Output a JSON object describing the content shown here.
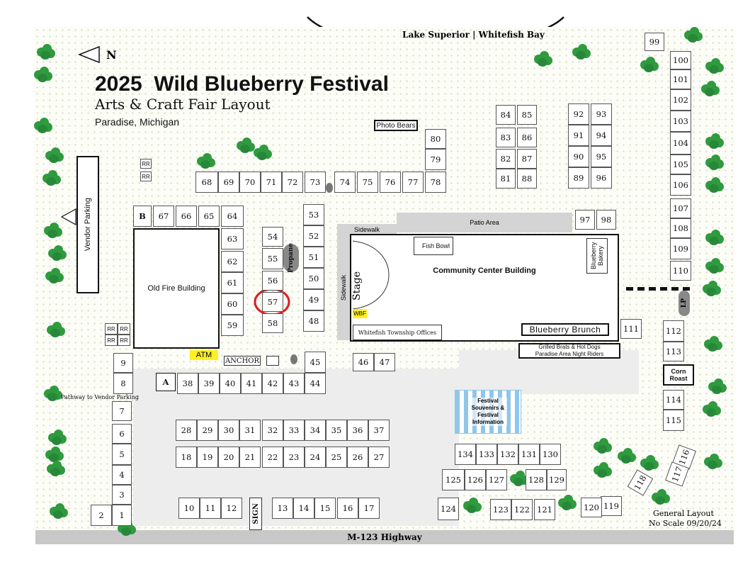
{
  "header": {
    "lake_label": "Lake Superior | Whitefish Bay",
    "north_label": "N",
    "title": "2025  Wild Blueberry Festival",
    "subtitle": "Arts & Craft Fair Layout",
    "location": "Paradise, Michigan"
  },
  "highway_label": "M-123 Highway",
  "footer": {
    "line1": "General Layout",
    "line2": "No Scale 09/20/24"
  },
  "buildings": {
    "old_fire": "Old Fire Building",
    "community_center": "Community Center Building",
    "stage": "Stage",
    "sidewalk_top": "Sidewalk",
    "sidewalk_side": "Sidewalk",
    "patio": "Patio Area",
    "fish_bowl": "Fish Bowl",
    "blueberry_bakery": "Blueberry Bakery",
    "blueberry_brunch": "Blueberry Brunch",
    "township_offices": "Whitefish Township Offices",
    "wbf": "WBF",
    "vendor_parking": "Vendor Parking",
    "photo_bears": "Photo Bears",
    "grilled": "Grilled Brats & Hot Dogs",
    "night_riders": "Paradise Area Night Riders",
    "corn_roast": "Corn Roast",
    "propane": "Propane",
    "lp": "LP",
    "atm": "ATM",
    "anchor": "ANCHOR",
    "sign": "SIGN",
    "pathway": "Pathway to Vendor Parking",
    "souvenirs": "Festival Souvenirs & Festival Information",
    "rr": "RR",
    "booth_a": "A",
    "booth_b": "B"
  },
  "booths": {
    "b1": "1",
    "b2": "2",
    "b3": "3",
    "b4": "4",
    "b5": "5",
    "b6": "6",
    "b7": "7",
    "b8": "8",
    "b9": "9",
    "b10": "10",
    "b11": "11",
    "b12": "12",
    "b13": "13",
    "b14": "14",
    "b15": "15",
    "b16": "16",
    "b17": "17",
    "b18": "18",
    "b19": "19",
    "b20": "20",
    "b21": "21",
    "b22": "22",
    "b23": "23",
    "b24": "24",
    "b25": "25",
    "b26": "26",
    "b27": "27",
    "b28": "28",
    "b29": "29",
    "b30": "30",
    "b31": "31",
    "b32": "32",
    "b33": "33",
    "b34": "34",
    "b35": "35",
    "b36": "36",
    "b37": "37",
    "b38": "38",
    "b39": "39",
    "b40": "40",
    "b41": "41",
    "b42": "42",
    "b43": "43",
    "b44": "44",
    "b45": "45",
    "b46": "46",
    "b47": "47",
    "b48": "48",
    "b49": "49",
    "b50": "50",
    "b51": "51",
    "b52": "52",
    "b53": "53",
    "b54": "54",
    "b55": "55",
    "b56": "56",
    "b57": "57",
    "b58": "58",
    "b59": "59",
    "b60": "60",
    "b61": "61",
    "b62": "62",
    "b63": "63",
    "b64": "64",
    "b65": "65",
    "b66": "66",
    "b67": "67",
    "b68": "68",
    "b69": "69",
    "b70": "70",
    "b71": "71",
    "b72": "72",
    "b73": "73",
    "b74": "74",
    "b75": "75",
    "b76": "76",
    "b77": "77",
    "b78": "78",
    "b79": "79",
    "b80": "80",
    "b81": "81",
    "b82": "82",
    "b83": "83",
    "b84": "84",
    "b85": "85",
    "b86": "86",
    "b87": "87",
    "b88": "88",
    "b89": "89",
    "b90": "90",
    "b91": "91",
    "b92": "92",
    "b93": "93",
    "b94": "94",
    "b95": "95",
    "b96": "96",
    "b97": "97",
    "b98": "98",
    "b99": "99",
    "b100": "100",
    "b101": "101",
    "b102": "102",
    "b103": "103",
    "b104": "104",
    "b105": "105",
    "b106": "106",
    "b107": "107",
    "b108": "108",
    "b109": "109",
    "b110": "110",
    "b111": "111",
    "b112": "112",
    "b113": "113",
    "b114": "114",
    "b115": "115",
    "b116": "116",
    "b117": "117",
    "b118": "118",
    "b119": "119",
    "b120": "120",
    "b121": "121",
    "b122": "122",
    "b123": "123",
    "b124": "124",
    "b125": "125",
    "b126": "126",
    "b127": "127",
    "b128": "128",
    "b129": "129",
    "b130": "130",
    "b131": "131",
    "b132": "132",
    "b133": "133",
    "b134": "134"
  },
  "colors": {
    "tree": "#2f9a3e",
    "highlight_circle": "#e01b1b",
    "yellow_label": "#ffef22",
    "souvenir_stripe": "#8fc6ea"
  }
}
